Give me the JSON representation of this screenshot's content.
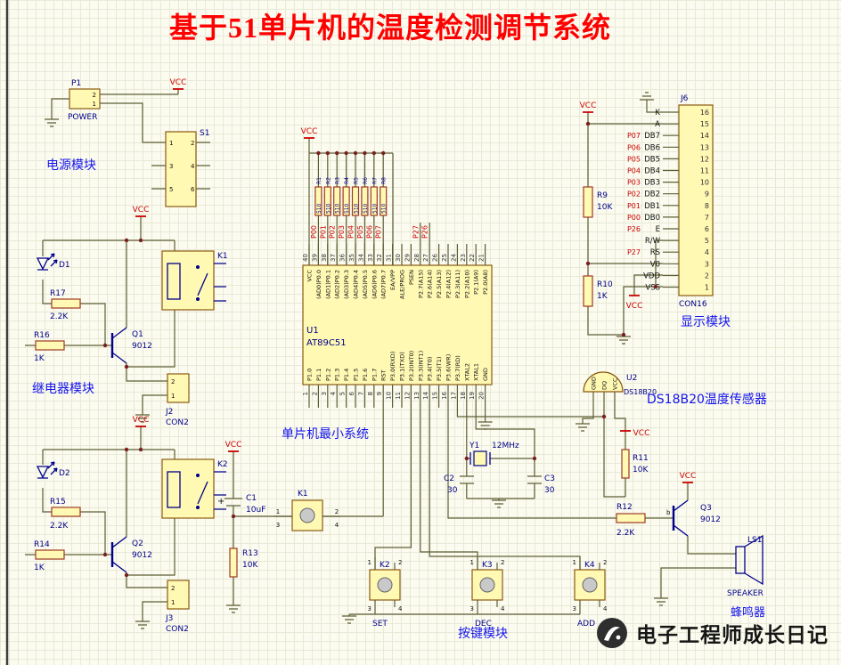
{
  "title": "基于51单片机的温度检测调节系统",
  "watermark": "电子工程师成长日记",
  "power": {
    "label": "电源模块",
    "p1": "P1",
    "p1_type": "POWER",
    "p1_pins": [
      "2",
      "1"
    ],
    "s1": "S1",
    "s1_pins": [
      [
        "1",
        "2"
      ],
      [
        "3",
        "4"
      ],
      [
        "5",
        "6"
      ]
    ],
    "vcc": "VCC"
  },
  "relay": {
    "label": "继电器模块",
    "m1": {
      "vcc": "VCC",
      "d": "D1",
      "r_led": "R17",
      "r_led_v": "2.2K",
      "r_base": "R16",
      "r_base_v": "1K",
      "q": "Q1",
      "q_v": "9012",
      "k": "K1",
      "j": "J2",
      "j_v": "CON2",
      "j_pins": [
        "2",
        "1"
      ]
    },
    "m2": {
      "vcc": "VCC",
      "d": "D2",
      "r_led": "R15",
      "r_led_v": "2.2K",
      "r_base": "R14",
      "r_base_v": "1K",
      "q": "Q2",
      "q_v": "9012",
      "k": "K2",
      "j": "J3",
      "j_v": "CON2",
      "j_pins": [
        "2",
        "1"
      ]
    }
  },
  "mcu": {
    "label": "单片机最小系统",
    "ref": "U1",
    "part": "AT89C51",
    "vcc": "VCC",
    "pullups": [
      {
        "name": "R1",
        "value": "510"
      },
      {
        "name": "R2",
        "value": "510"
      },
      {
        "name": "R3",
        "value": "510"
      },
      {
        "name": "R4",
        "value": "510"
      },
      {
        "name": "R5",
        "value": "510"
      },
      {
        "name": "R6",
        "value": "510"
      },
      {
        "name": "R7",
        "value": "510"
      },
      {
        "name": "R8",
        "value": "510"
      }
    ],
    "net_top": [
      "P00",
      "P01",
      "P02",
      "P03",
      "P04",
      "P05",
      "P06",
      "P07"
    ],
    "net_p2": [
      "P27",
      "P26"
    ],
    "pins_top": [
      {
        "num": "40",
        "name": "VCC"
      },
      {
        "num": "39",
        "name": "(AD0)P0.0"
      },
      {
        "num": "38",
        "name": "(AD1)P0.1"
      },
      {
        "num": "37",
        "name": "(AD2)P0.2"
      },
      {
        "num": "36",
        "name": "(AD3)P0.3"
      },
      {
        "num": "35",
        "name": "(AD4)P0.4"
      },
      {
        "num": "34",
        "name": "(AD5)P0.5"
      },
      {
        "num": "33",
        "name": "(AD6)P0.6"
      },
      {
        "num": "32",
        "name": "(AD7)P0.7"
      },
      {
        "num": "31",
        "name": "EA/VPP"
      },
      {
        "num": "30",
        "name": "ALE/PROG"
      },
      {
        "num": "29",
        "name": "PSEN"
      },
      {
        "num": "28",
        "name": "P2.7(A15)"
      },
      {
        "num": "27",
        "name": "P2.6(A14)"
      },
      {
        "num": "26",
        "name": "P2.5(A13)"
      },
      {
        "num": "25",
        "name": "P2.4(A12)"
      },
      {
        "num": "24",
        "name": "P2.3(A11)"
      },
      {
        "num": "23",
        "name": "P2.2(A10)"
      },
      {
        "num": "22",
        "name": "P2.1(A9)"
      },
      {
        "num": "21",
        "name": "P2.0(A8)"
      }
    ],
    "pins_bottom": [
      {
        "num": "1",
        "name": "P1.0"
      },
      {
        "num": "2",
        "name": "P1.1"
      },
      {
        "num": "3",
        "name": "P1.2"
      },
      {
        "num": "4",
        "name": "P1.3"
      },
      {
        "num": "5",
        "name": "P1.4"
      },
      {
        "num": "6",
        "name": "P1.5"
      },
      {
        "num": "7",
        "name": "P1.6"
      },
      {
        "num": "8",
        "name": "P1.7"
      },
      {
        "num": "9",
        "name": "RST"
      },
      {
        "num": "10",
        "name": "P3.0(RXD)"
      },
      {
        "num": "11",
        "name": "P3.1(TXD)"
      },
      {
        "num": "12",
        "name": "P3.2(INT0)"
      },
      {
        "num": "13",
        "name": "P3.3(INT1)"
      },
      {
        "num": "14",
        "name": "P3.4(T0)"
      },
      {
        "num": "15",
        "name": "P3.5(T1)"
      },
      {
        "num": "16",
        "name": "P3.6(WR)"
      },
      {
        "num": "17",
        "name": "P3.7(RD)"
      },
      {
        "num": "18",
        "name": "XTAL2"
      },
      {
        "num": "19",
        "name": "XTAL1"
      },
      {
        "num": "20",
        "name": "GND"
      }
    ]
  },
  "reset": {
    "vcc": "VCC",
    "plus": "+",
    "c": "C1",
    "c_v": "10uF",
    "r": "R13",
    "r_v": "10K",
    "k": "K1",
    "k_pins": [
      "1",
      "2",
      "3",
      "4"
    ]
  },
  "osc": {
    "y": "Y1",
    "y_v": "12MHz",
    "c2": "C2",
    "c2_v": "30",
    "c3": "C3",
    "c3_v": "30"
  },
  "keys": {
    "label": "按键模块",
    "pin_nums": [
      "1",
      "2",
      "3",
      "4"
    ],
    "buttons": [
      {
        "name": "K2",
        "cap": "SET"
      },
      {
        "name": "K3",
        "cap": "DEC"
      },
      {
        "name": "K4",
        "cap": "ADD"
      }
    ]
  },
  "display": {
    "label": "显示模块",
    "ref": "J6",
    "part": "CON16",
    "vcc": "VCC",
    "r9": "R9",
    "r9_v": "10K",
    "r10": "R10",
    "r10_v": "1K",
    "rows": [
      {
        "num": "16",
        "label": "K",
        "net": ""
      },
      {
        "num": "15",
        "label": "A",
        "net": ""
      },
      {
        "num": "14",
        "label": "DB7",
        "net": "P07"
      },
      {
        "num": "13",
        "label": "DB6",
        "net": "P06"
      },
      {
        "num": "12",
        "label": "DB5",
        "net": "P05"
      },
      {
        "num": "11",
        "label": "DB4",
        "net": "P04"
      },
      {
        "num": "10",
        "label": "DB3",
        "net": "P03"
      },
      {
        "num": "9",
        "label": "DB2",
        "net": "P02"
      },
      {
        "num": "8",
        "label": "DB1",
        "net": "P01"
      },
      {
        "num": "7",
        "label": "DB0",
        "net": "P00"
      },
      {
        "num": "6",
        "label": "E",
        "net": "P26"
      },
      {
        "num": "5",
        "label": "R/W",
        "net": ""
      },
      {
        "num": "4",
        "label": "RS",
        "net": "P27"
      },
      {
        "num": "3",
        "label": "V0",
        "net": ""
      },
      {
        "num": "2",
        "label": "VDD",
        "net": ""
      },
      {
        "num": "1",
        "label": "VSS",
        "net": ""
      }
    ]
  },
  "sensor": {
    "label": "DS18B20温度传感器",
    "ref": "U2",
    "part": "DS18B20",
    "pins": [
      "GND",
      "DQ",
      "VCC"
    ],
    "r": "R11",
    "r_v": "10K",
    "vcc": "VCC"
  },
  "buzzer": {
    "label": "蜂鸣器",
    "r": "R12",
    "r_v": "2.2K",
    "b": "b",
    "q": "Q3",
    "q_v": "9012",
    "ls": "LS1",
    "ls_v": "SPEAKER",
    "vcc": "VCC"
  }
}
